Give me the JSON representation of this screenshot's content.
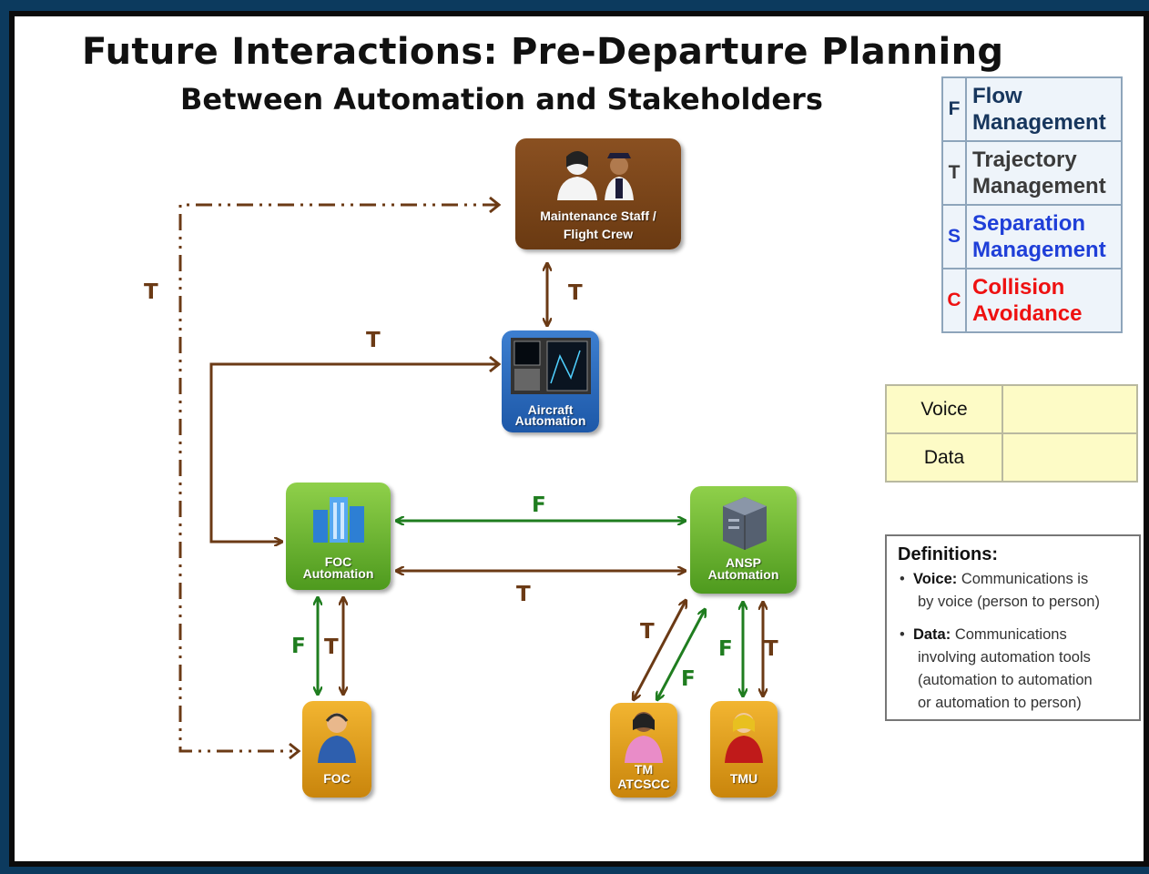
{
  "title": "Future Interactions:  Pre-Departure Planning",
  "subtitle": "Between Automation and Stakeholders",
  "nodes": {
    "maintenance": {
      "line1": "Maintenance Staff /",
      "line2": "Flight Crew"
    },
    "aircraft": {
      "line1": "Aircraft",
      "line2": "Automation"
    },
    "foc_automation": {
      "line1": "FOC",
      "line2": "Automation"
    },
    "ansp_automation": {
      "line1": "ANSP",
      "line2": "Automation"
    },
    "foc": {
      "line1": "FOC"
    },
    "tm": {
      "line1": "TM",
      "line2": "ATCSCC"
    },
    "tmu": {
      "line1": "TMU"
    }
  },
  "edge_labels": {
    "voice_left": "T",
    "maint_aircraft": "T",
    "aircraft_foc": "T",
    "foc_ansp_flow": "F",
    "foc_ansp_traj": "T",
    "foc_down_flow": "F",
    "foc_down_traj": "T",
    "tm_traj": "T",
    "tm_flow": "F",
    "tmu_flow": "F",
    "tmu_traj": "T"
  },
  "legend": [
    {
      "code": "F",
      "name_line1": "Flow",
      "name_line2": "Management",
      "color": "#17365d"
    },
    {
      "code": "T",
      "name_line1": "Trajectory",
      "name_line2": "Management",
      "color": "#3b3b3b"
    },
    {
      "code": "S",
      "name_line1": "Separation",
      "name_line2": "Management",
      "color": "#1f3fd8"
    },
    {
      "code": "C",
      "name_line1": "Collision",
      "name_line2": "Avoidance",
      "color": "#ee1111"
    }
  ],
  "comm_legend": {
    "voice": "Voice",
    "data": "Data"
  },
  "definitions": {
    "heading": "Definitions:",
    "voice_term": "Voice:",
    "voice_def_1": "Communications is",
    "voice_def_2": "by voice (person to person)",
    "data_term": "Data:",
    "data_def_1": "Communications",
    "data_def_2": "involving automation tools",
    "data_def_3": "(automation to automation",
    "data_def_4": "or automation to person)"
  },
  "colors": {
    "trajectory_arrow": "#6b3a15",
    "flow_arrow": "#1f7d1f",
    "frame": "#0c3a5e"
  }
}
